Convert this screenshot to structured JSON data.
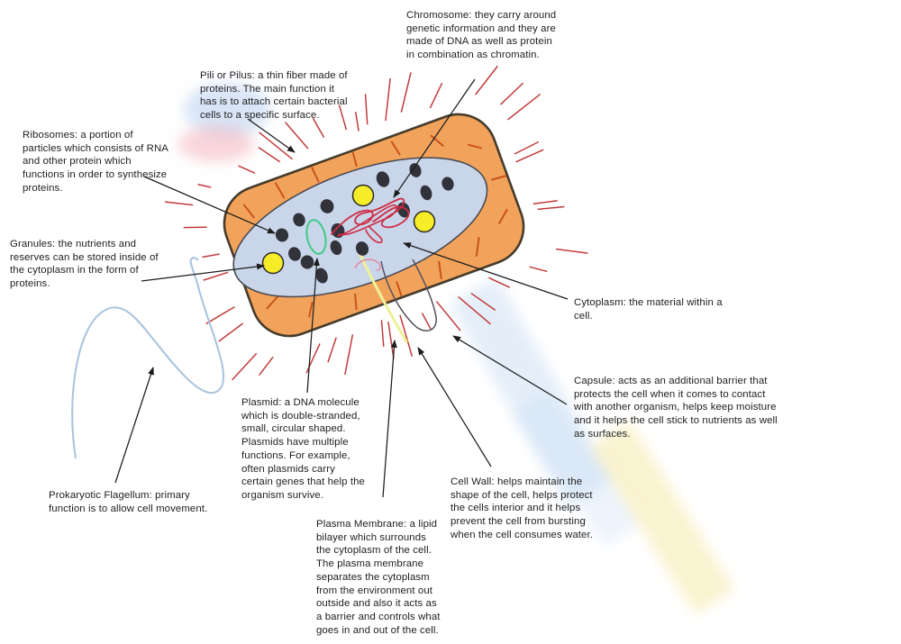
{
  "labels": {
    "chromosome": {
      "text": "Chromosome: they carry around\ngenetic information and they are\nmade of DNA as well as protein\nin combination as chromatin."
    },
    "pili": {
      "text": "Pili or Pilus: a thin fiber made of\nproteins. The main function it\nhas is to attach certain bacterial\ncells to a specific surface."
    },
    "ribosomes": {
      "text": "Ribosomes: a portion of\nparticles which consists of RNA\nand other protein which\nfunctions in order to synthesize\nproteins."
    },
    "granules": {
      "text": "Granules: the nutrients and\nreserves can be stored inside of\nthe cytoplasm in the form of\nproteins."
    },
    "flagellum": {
      "text": "Prokaryotic Flagellum: primary\nfunction is to allow cell movement."
    },
    "plasmid": {
      "text": "Plasmid: a DNA molecule\nwhich is double-stranded,\nsmall, circular shaped.\nPlasmids have multiple\nfunctions. For example,\noften plasmids carry\ncertain genes that help the\norganism survive."
    },
    "plasma_membrane": {
      "text": "Plasma Membrane: a lipid\nbilayer which surrounds\nthe cytoplasm of the cell.\nThe plasma membrane\nseparates the cytoplasm\nfrom the environment out\noutside and also it acts as\na barrier and controls what\ngoes in and out of the cell."
    },
    "cell_wall": {
      "text": "Cell Wall: helps maintain the\nshape of the cell, helps protect\nthe cells interior and it helps\nprevent the cell from bursting\nwhen the cell consumes water."
    },
    "cytoplasm": {
      "text": "Cytoplasm: the material within a\ncell."
    },
    "capsule": {
      "text": "Capsule: acts as an additional barrier that\nprotects the cell when it comes to contact\nwith another organism, helps keep moisture\nand it helps the cell stick to nutrients as well\nas surfaces."
    }
  },
  "colors": {
    "background": "#ffffff",
    "cell_body": "#f2a35b",
    "cell_outline": "#463b2b",
    "cytoplasm_fill": "#c9d6ea",
    "cytoplasm_outline": "#4a4a52",
    "granule_yellow": "#f6ec27",
    "ribosome_dot": "#32323a",
    "plasmid_green": "#3ecb86",
    "chromosome_red": "#cf2b45",
    "pili_red": "#c23b3b",
    "inner_dash": "#c8521f",
    "flagellum_blue": "#abc4de",
    "tail_outline": "#56505c",
    "membrane_pink": "#e2899e",
    "highlight_yellow": "#eef09a",
    "arrow": "#1c1c1c"
  }
}
